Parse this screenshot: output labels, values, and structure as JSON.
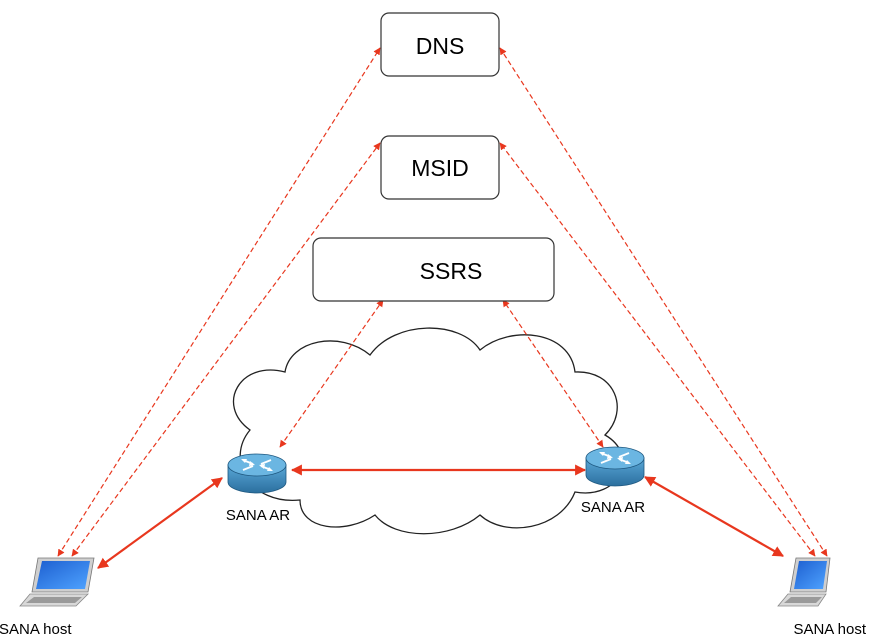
{
  "servers": {
    "dns": "DNS",
    "msid": "MSID",
    "ssrs": "SSRS"
  },
  "routers": {
    "left_label": "SANA AR",
    "right_label": "SANA AR"
  },
  "hosts": {
    "left_label": "SANA host",
    "right_label": "SANA host"
  },
  "colors": {
    "link": "#e8371e",
    "box_border": "#333333",
    "router_body": "#3c8fc2",
    "router_top": "#6bb6e2"
  }
}
